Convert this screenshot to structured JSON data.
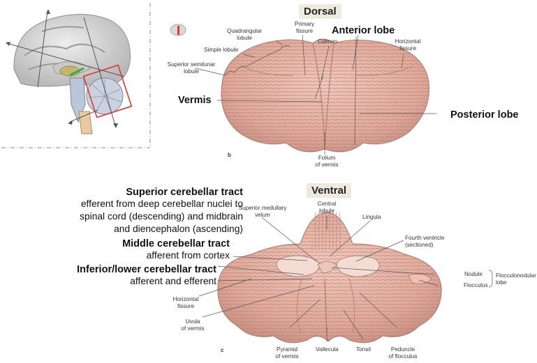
{
  "dorsal": {
    "title": "Dorsal",
    "figure_letter": "b",
    "labels": {
      "quadrangular": "Quadrangular\nlobule",
      "simple": "Simple lobule",
      "superior_semilunar": "Superior semilunar\nlobule",
      "primary_fissure": "Primary\nfissure",
      "culmen": "Culmen",
      "horizontal_fissure": "Horizontal\nfissure",
      "folium": "Folium\nof vermis"
    },
    "bold": {
      "anterior_lobe": "Anterior lobe",
      "vermis": "Vermis",
      "posterior_lobe": "Posterior lobe"
    }
  },
  "ventral": {
    "title": "Ventral",
    "figure_letter": "c",
    "labels": {
      "superior_medullary": "Superior medullary\nvelum",
      "central_lobule": "Central\nlobule",
      "lingula": "Lingula",
      "fourth_ventricle": "Fourth ventricle\n(sectioned)",
      "nodule": "Nodule",
      "flocculus": "Flocculus",
      "flocculonodular": "Flocculonodular\nlobe",
      "horizontal_fissure": "Horizontal\nfissure",
      "uvula": "Uvula\nof vermis",
      "pyramid": "Pyramid\nof vermis",
      "vallecula": "Vallecula",
      "tonsil": "Tonsil",
      "peduncle": "Peduncle\nof flocculus"
    }
  },
  "tracts": {
    "superior_title": "Superior cerebellar tract",
    "superior_desc": "efferent from deep cerebellar nuclei to\nspinal cord (descending) and midbrain\nand diencephalon (ascending)",
    "middle_title": "Middle cerebellar tract",
    "middle_desc": "afferent from cortex",
    "inferior_title": "Inferior/lower cerebellar tract",
    "inferior_desc": "afferent and efferent"
  },
  "colors": {
    "cerebellum": "#e7b3a6",
    "cerebellum_dark": "#c88d80",
    "highlight_box": "#e0362f",
    "title_bg": "#efeade"
  }
}
